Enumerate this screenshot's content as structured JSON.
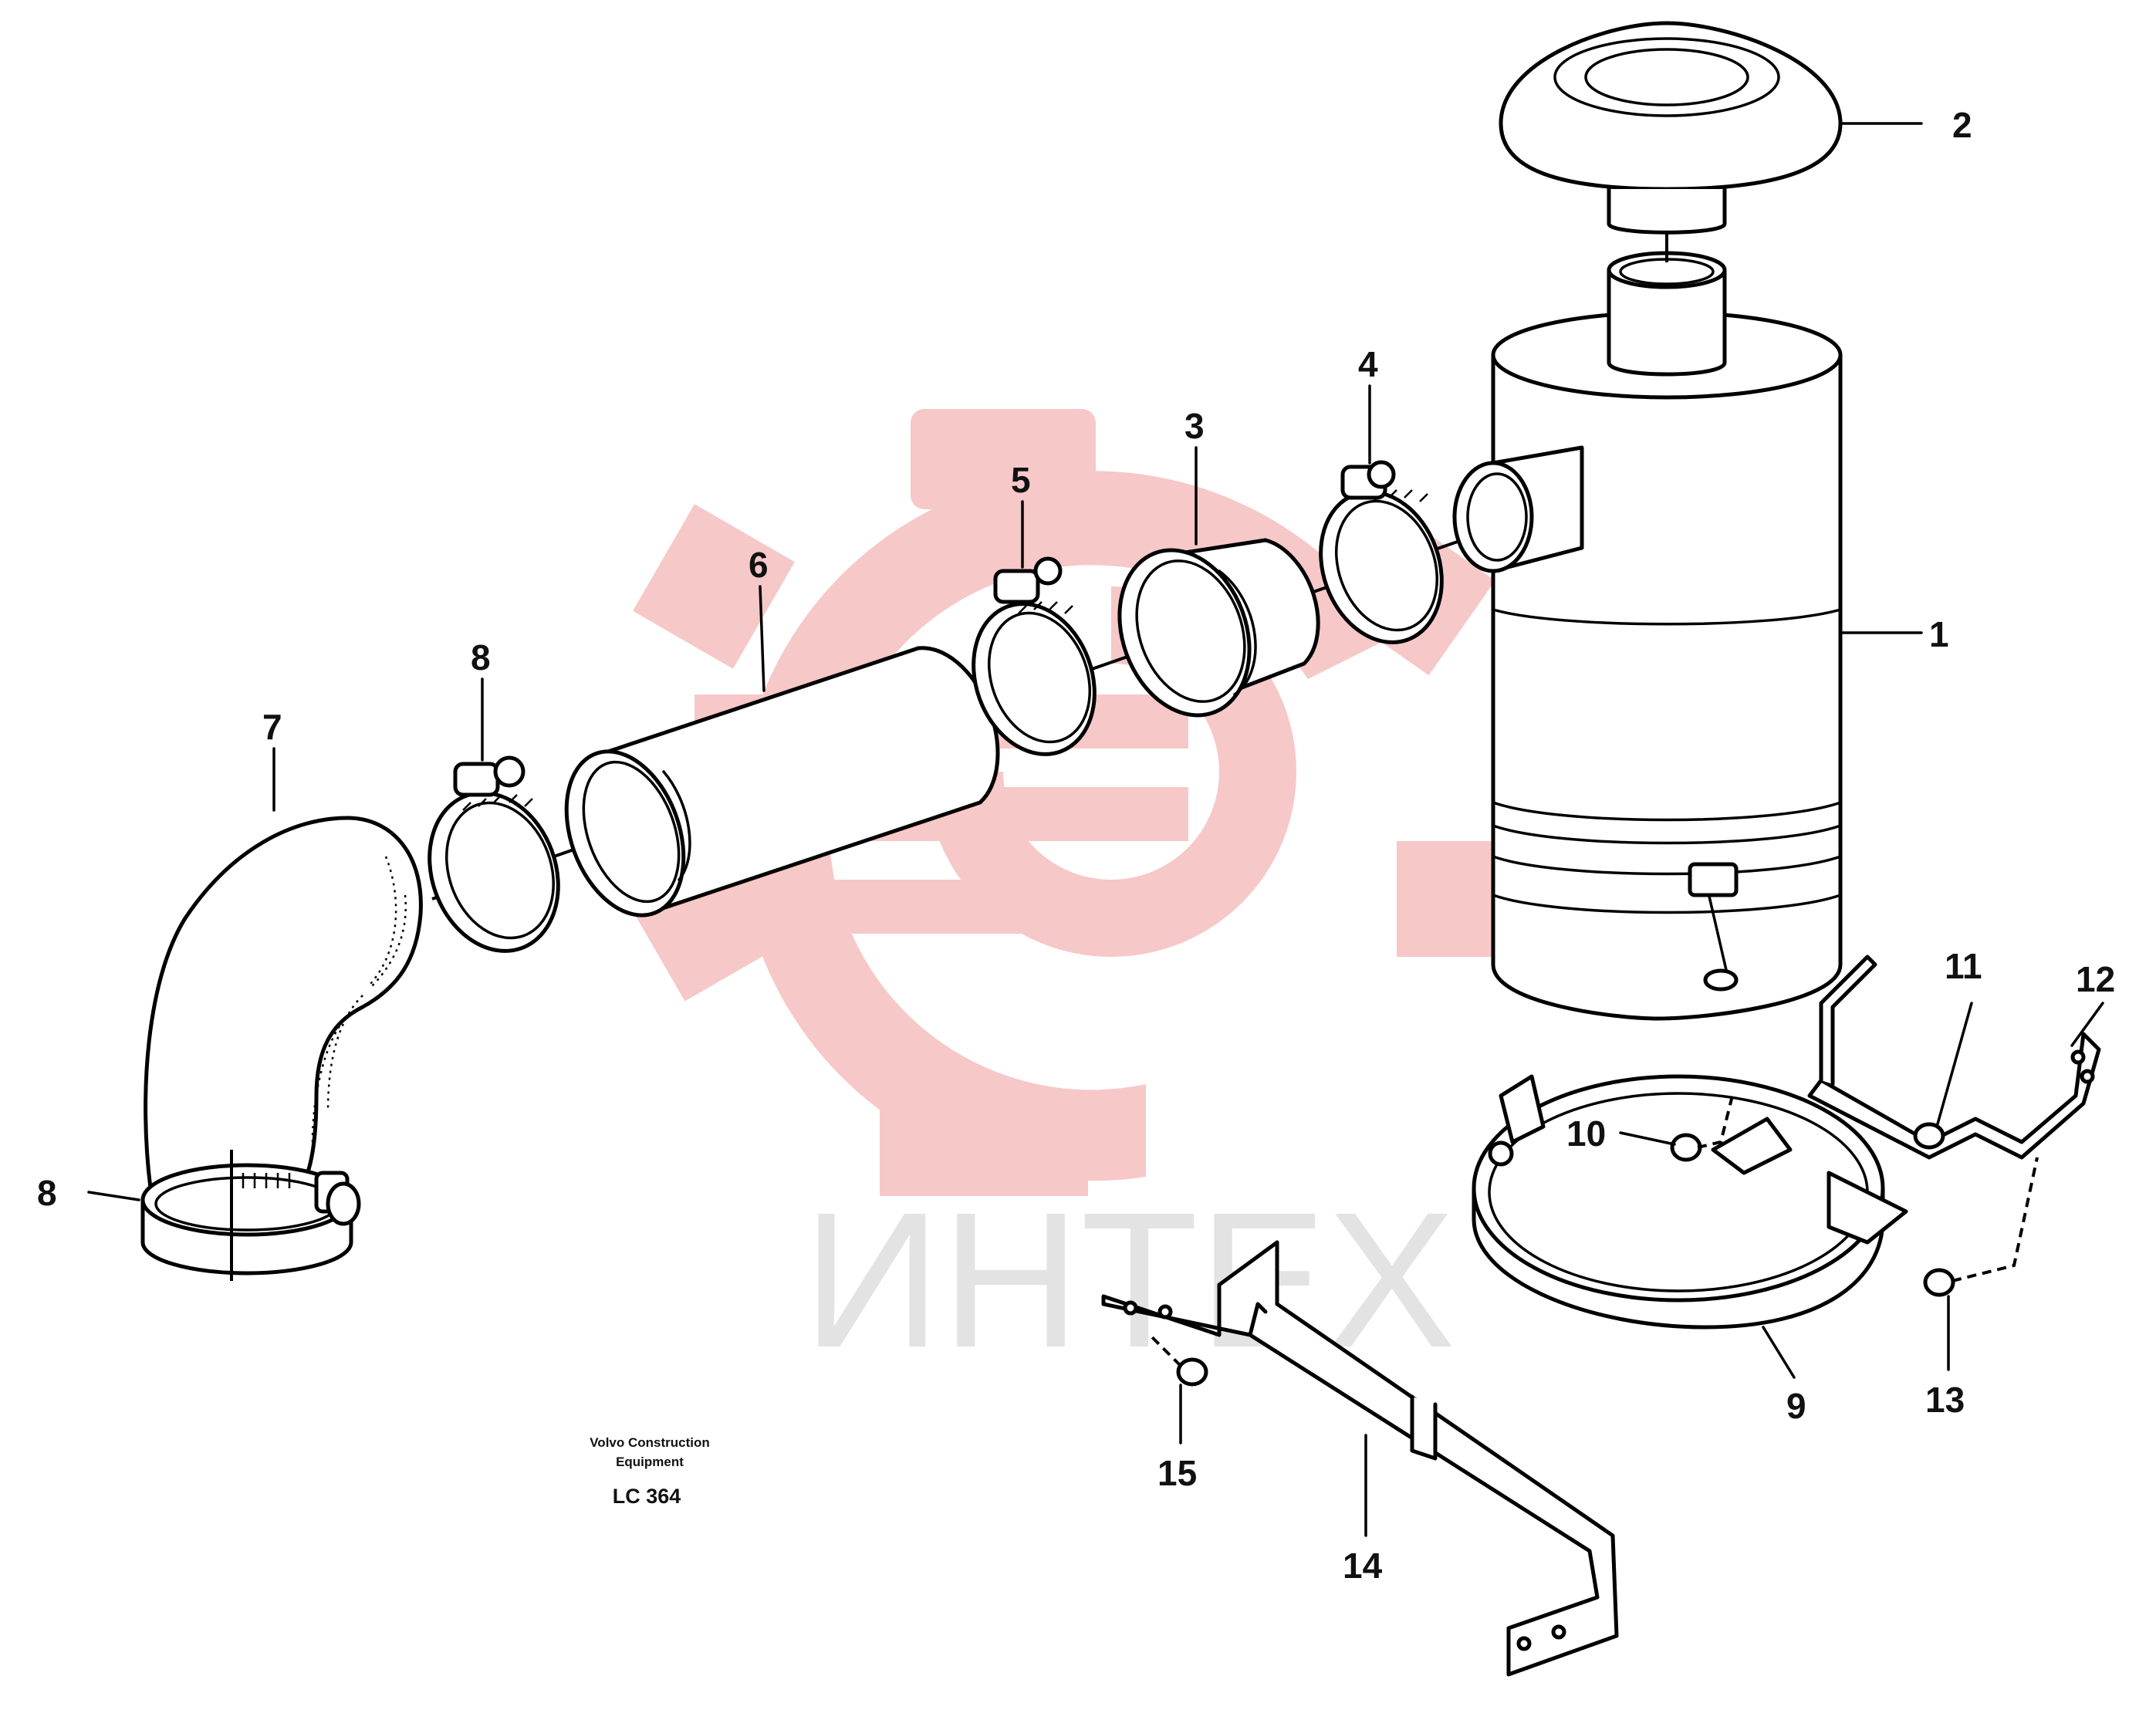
{
  "callouts": {
    "c1": "1",
    "c2": "2",
    "c3": "3",
    "c4": "4",
    "c5": "5",
    "c6": "6",
    "c7": "7",
    "c8a": "8",
    "c8b": "8",
    "c9": "9",
    "c10": "10",
    "c11": "11",
    "c12": "12",
    "c13": "13",
    "c14": "14",
    "c15": "15"
  },
  "caption": {
    "line1": "Volvo Construction",
    "line2": "Equipment",
    "code": "LC 364"
  },
  "watermark": {
    "text": "ИНТЕХ",
    "gear_color": "#f6c6c6",
    "text_color": "#e3e3e3"
  }
}
